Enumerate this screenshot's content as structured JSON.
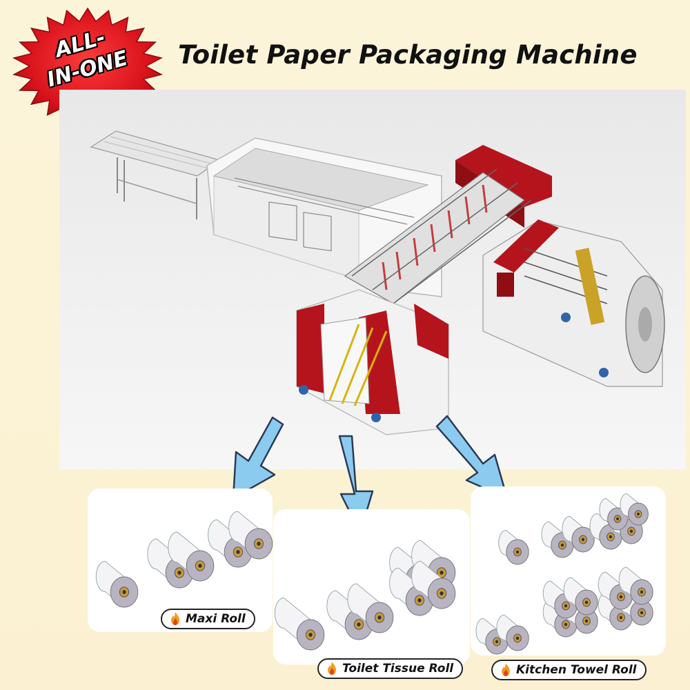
{
  "title": "Toilet Paper Packaging Machine",
  "badge": {
    "line1": "ALL-",
    "line2": "IN-ONE"
  },
  "products": [
    {
      "label": "Maxi Roll"
    },
    {
      "label": "Toilet Tissue Roll"
    },
    {
      "label": "Kitchen Towel Roll"
    }
  ],
  "colors": {
    "background": "#fbf3d8",
    "badge_red": "#d8121b",
    "badge_spikes": "#e2202a",
    "arrow_fill": "#8ccbf0",
    "arrow_stroke": "#2b3a55",
    "machine_red": "#b5141c",
    "machine_white": "#f2f2f2"
  },
  "icons": [
    "fire-icon",
    "down-arrow-icon",
    "starburst-badge"
  ]
}
